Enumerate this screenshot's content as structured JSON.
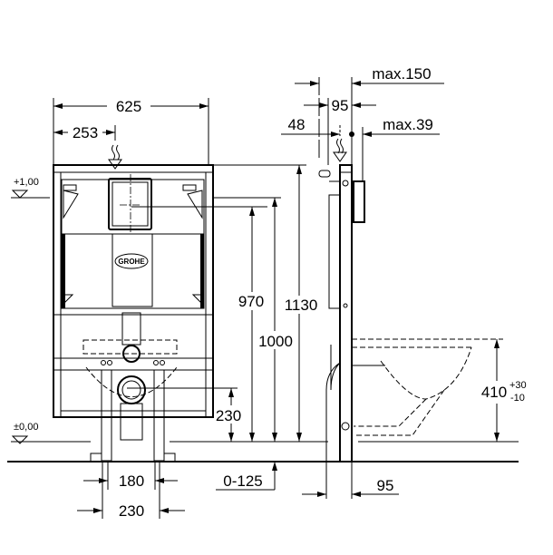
{
  "front_view": {
    "width_total": "625",
    "width_center": "253",
    "level_top": "+1,00",
    "level_floor": "±0,00",
    "brand_logo": "GROHE",
    "dim_feet_inner": "180",
    "dim_feet_outer": "230",
    "dim_outlet_height": "230",
    "dim_970": "970",
    "dim_1000": "1000",
    "dim_1130": "1130",
    "dim_floor_adjust": "0-125"
  },
  "side_view": {
    "dim_max150": "max.150",
    "dim_95_top": "95",
    "dim_48": "48",
    "dim_max39": "max.39",
    "dim_95_bottom": "95",
    "dim_bowl_height": "410",
    "tol_plus": "+30",
    "tol_minus": "-10"
  }
}
